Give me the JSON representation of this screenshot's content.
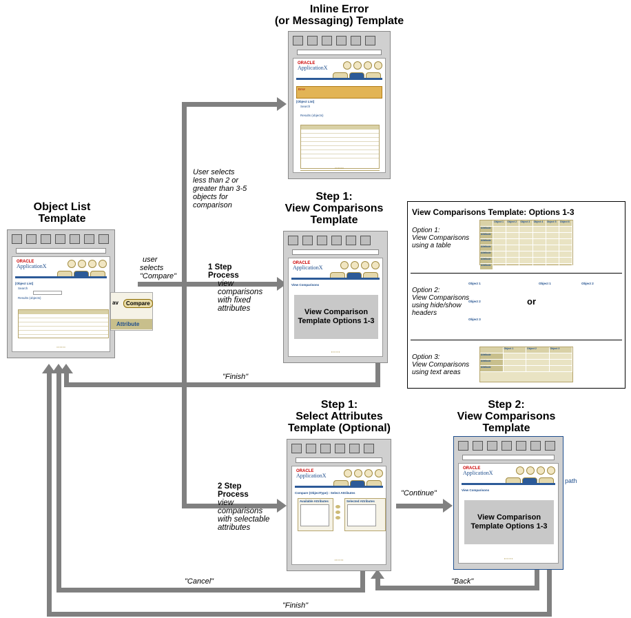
{
  "titles": {
    "inline_error": [
      "Inline Error",
      "(or Messaging) Template"
    ],
    "object_list": [
      "Object List",
      "Template"
    ],
    "view_step1": [
      "Step 1:",
      "View Comparisons",
      "Template"
    ],
    "select_attr": [
      "Step 1:",
      "Select Attributes",
      "Template (Optional)"
    ],
    "view_step2": [
      "Step 2:",
      "View Comparisons",
      "Template"
    ]
  },
  "notes": {
    "user_selects_error": [
      "User selects",
      "less than 2 or",
      "greater than 3-5",
      "objects for",
      "comparison"
    ],
    "user_selects_compare": [
      "user",
      "selects",
      "\"Compare\""
    ],
    "finish_top": "\"Finish\"",
    "cancel": "\"Cancel\"",
    "back": "\"Back\"",
    "finish_bottom": "\"Finish\"",
    "continue": "\"Continue\""
  },
  "process": {
    "one_step": {
      "bold": [
        "1 Step",
        "Process"
      ],
      "italic": [
        "view",
        "comparisons",
        "with fixed",
        "attributes"
      ]
    },
    "two_step": {
      "bold": [
        "2 Step",
        "Process"
      ],
      "italic": [
        "view",
        "comparisons",
        "with selectable",
        "attributes"
      ]
    }
  },
  "screens": {
    "oracle": "ORACLE",
    "app_name": "ApplicationX",
    "gray_label": [
      "View Comparison",
      "Template Options 1-3"
    ],
    "compare_button": "Compare",
    "attribute_label": "Attribute",
    "nav_stub": "av",
    "error_label": "Error",
    "view_comparisons": "View Comparisons",
    "object_list": "[Object List]",
    "search": "Search",
    "results": "Results (objects)",
    "available_attributes": "Available Attributes",
    "selected_attributes": "Selected Attributes",
    "select_attr_heading": "Compare (ObjectType) : Select Attributes",
    "path_label": "path"
  },
  "options_panel": {
    "title": "View Comparisons Template: Options 1-3",
    "option1": [
      "Option 1:",
      "View Comparisons",
      "using a table"
    ],
    "option2": [
      "Option 2:",
      "View Comparisons",
      "using hide/show",
      "headers"
    ],
    "option3": [
      "Option 3:",
      "View Comparisons",
      "using text areas"
    ],
    "or": "or",
    "option1_headers": [
      "",
      "Object 1",
      "Object 2",
      "Object 3",
      "Object 4",
      "Object 5",
      "Object 6"
    ],
    "option1_rows": [
      "Attribute",
      "Attribute",
      "Attribute",
      "Attribute",
      "Attribute",
      "Attribute",
      "Attribute"
    ],
    "option2_groups": [
      "Object 1",
      "Object 2",
      "Object 3"
    ],
    "option3_headers": [
      "",
      "Object 1",
      "Object 2",
      "Object 3"
    ],
    "option3_rows": [
      "Attribute",
      "Attribute",
      "Attribute"
    ]
  }
}
